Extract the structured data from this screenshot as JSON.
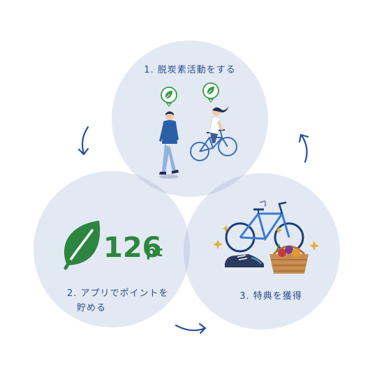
{
  "steps": [
    {
      "label": "1. 脱炭素活動をする"
    },
    {
      "label_line1": "2. アプリでポイントを",
      "label_line2": "貯める"
    },
    {
      "label": "3. 特典を獲得"
    }
  ],
  "points": {
    "value": "126",
    "unit": "pt"
  },
  "icons": [
    "leaf-badge-icon",
    "leaf-icon",
    "cycle-arrow-icon",
    "sparkle-icon"
  ],
  "colors": {
    "circle_fill": "#e3e9f3",
    "overlap_fill": "#cdd7e8",
    "label_text": "#2b4c8c",
    "arrow": "#274f9a",
    "leaf_green": "#2e8540",
    "leaf_badge_green": "#3a9a4e"
  }
}
